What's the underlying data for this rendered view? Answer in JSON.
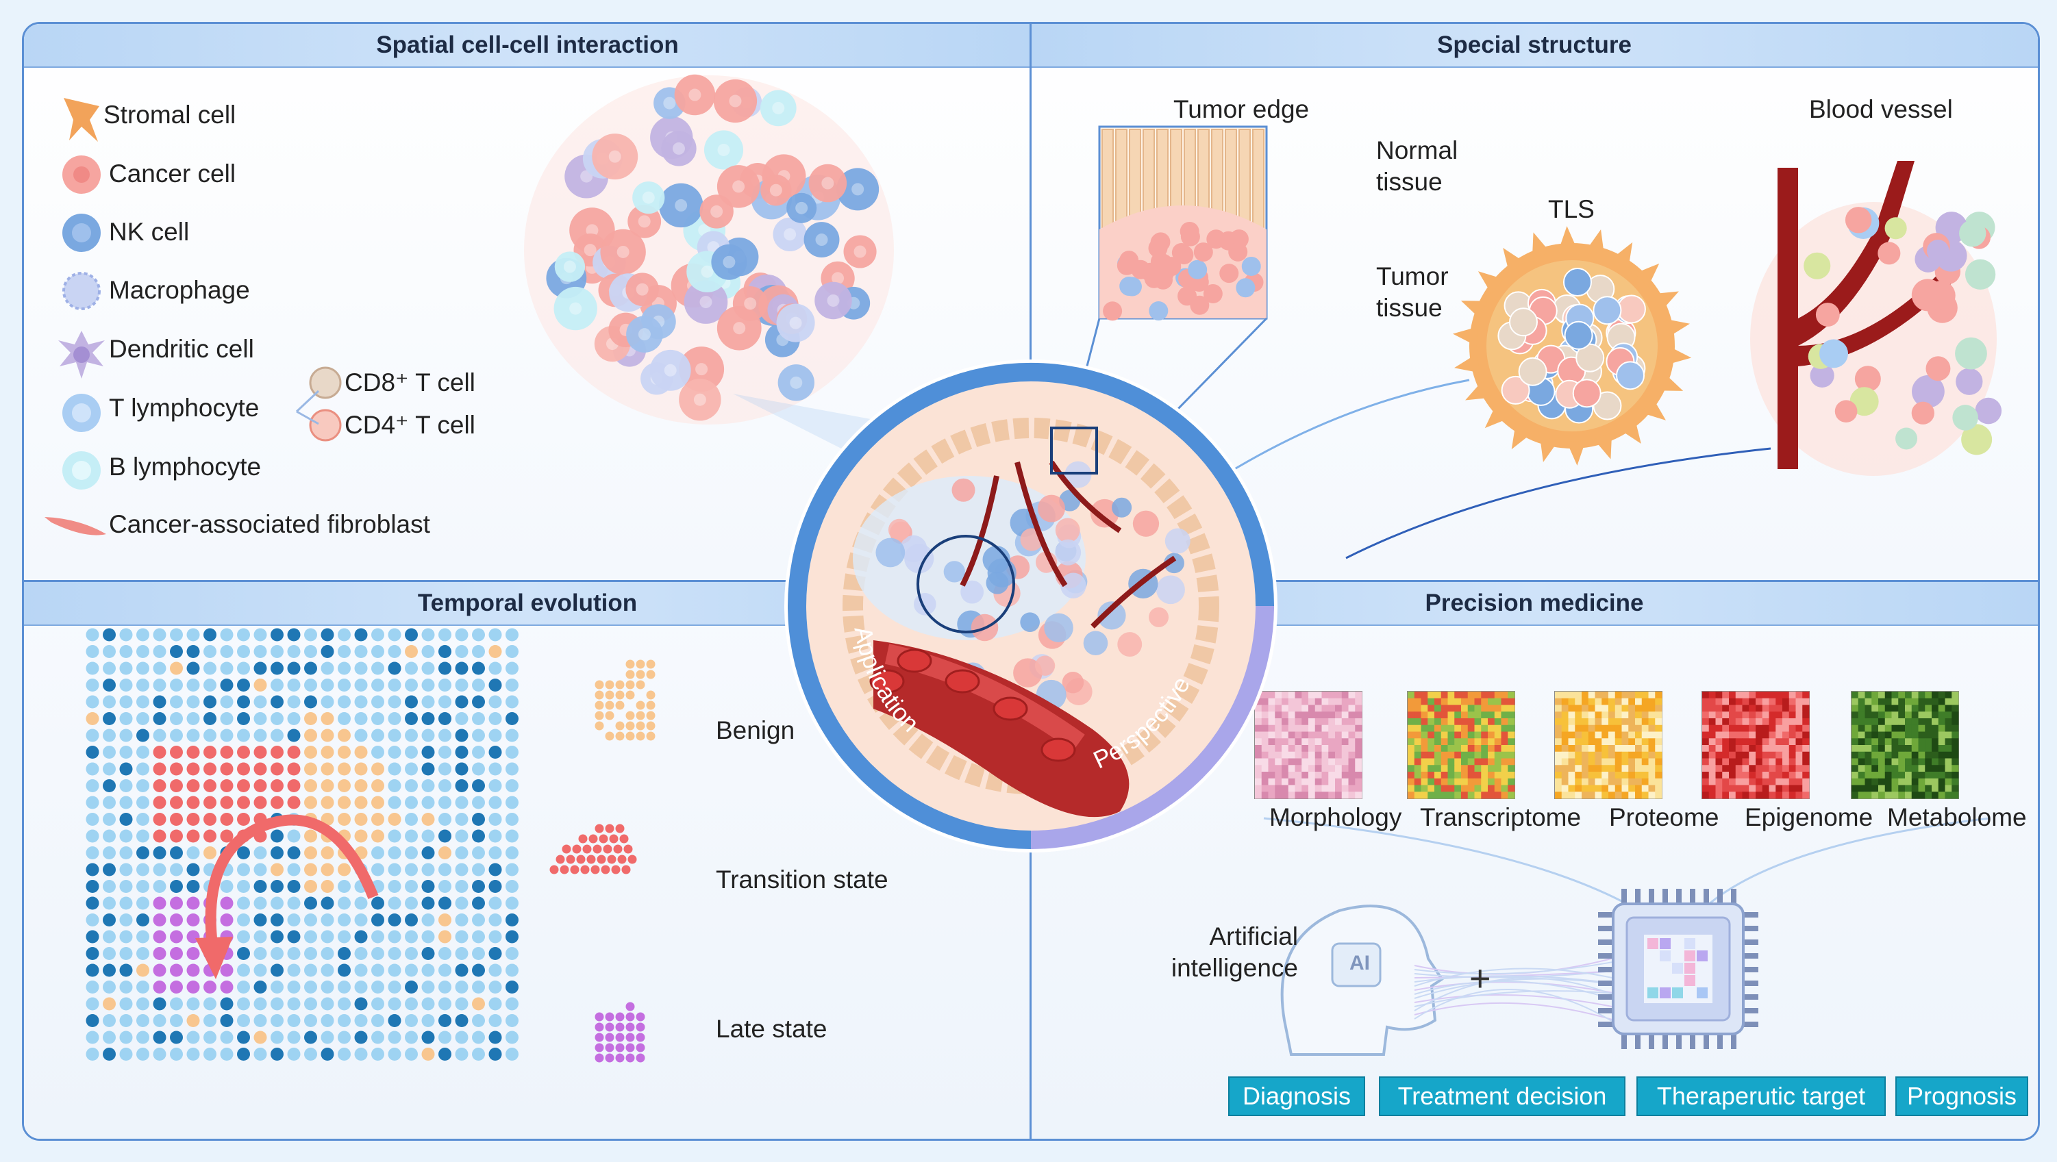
{
  "panels": {
    "spatial": "Spatial cell-cell interaction",
    "structure": "Special structure",
    "temporal": "Temporal evolution",
    "precision": "Precision medicine"
  },
  "legend": {
    "stromal": "Stromal cell",
    "cancer": "Cancer cell",
    "nk": "NK cell",
    "macrophage": "Macrophage",
    "dendritic": "Dendritic cell",
    "tlymph": "T lymphocyte",
    "cd8": "CD8⁺ T cell",
    "cd4": "CD4⁺ T cell",
    "blymph": "B lymphocyte",
    "caf": "Cancer-associated fibroblast"
  },
  "structure": {
    "tumor_edge": "Tumor edge",
    "normal_tissue": [
      "Normal",
      "tissue"
    ],
    "tumor_tissue": [
      "Tumor",
      "tissue"
    ],
    "tls": "TLS",
    "blood_vessel": "Blood vessel"
  },
  "temporal": {
    "benign": "Benign",
    "transition": "Transition state",
    "late": "Late state"
  },
  "omics": [
    "Morphology",
    "Transcriptome",
    "Proteome",
    "Epigenome",
    "Metabolome"
  ],
  "ai": {
    "label": [
      "Artificial",
      "intelligence"
    ],
    "badge": "AI",
    "plus": "+"
  },
  "outcomes": [
    "Diagnosis",
    "Treatment decision",
    "Theraperutic target",
    "Prognosis"
  ],
  "ring": {
    "application": "Application",
    "perspective": "Perspective"
  },
  "colors": {
    "border": "#5b8fd4",
    "header": "#cfe3f9",
    "ring_application": "#4f8fd8",
    "ring_perspective": "#a9a6ea",
    "button": "#16a6c9",
    "grid_light": "#9ed3f2",
    "grid_dark": "#1f77b4",
    "benign": "#f8c68f",
    "transition": "#f06a6a",
    "late": "#c46ee0"
  }
}
